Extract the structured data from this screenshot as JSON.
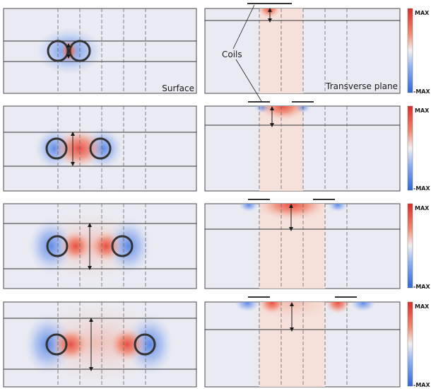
{
  "labels": {
    "surface": "Surface",
    "transverse": "Transverse plane",
    "coils": "Coils",
    "scale_max": "MAX",
    "scale_min": "-MAX"
  },
  "colors": {
    "panel_bg": "#eaebf2",
    "panel_border": "#4a4a4a",
    "positive": "#e8463c",
    "negative": "#4f7fe6",
    "coil": "#333333",
    "beam_band": "#f7ded6"
  },
  "rows": [
    {
      "id": "row-1",
      "coil_spacing": "small"
    },
    {
      "id": "row-2",
      "coil_spacing": "medium"
    },
    {
      "id": "row-3",
      "coil_spacing": "large"
    },
    {
      "id": "row-4",
      "coil_spacing": "largest"
    }
  ]
}
